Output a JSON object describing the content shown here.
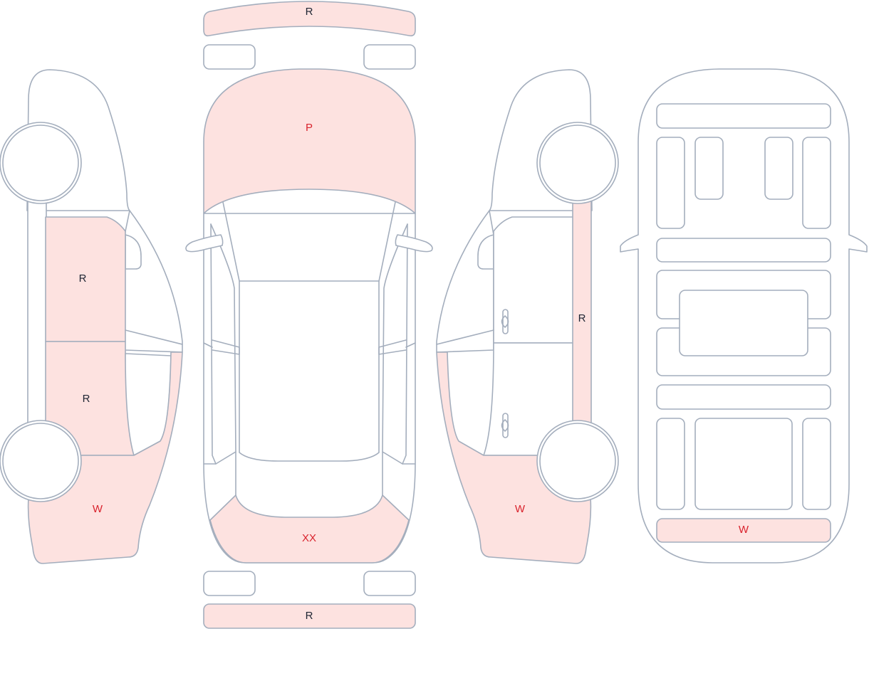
{
  "colors": {
    "outline": "#a4aebd",
    "damaged_fill": "#fde2e0",
    "label_dark": "#1f2533",
    "label_red": "#d9232d"
  },
  "legend_codes": [
    "R",
    "P",
    "W",
    "XX"
  ],
  "top_view": {
    "front_bumper": {
      "code": "R",
      "damaged": true,
      "color": "#1f2533"
    },
    "hood": {
      "code": "P",
      "damaged": true,
      "color": "#d9232d"
    },
    "trunk": {
      "code": "XX",
      "damaged": true,
      "color": "#d9232d"
    },
    "rear_bumper": {
      "code": "R",
      "damaged": true,
      "color": "#1f2533"
    }
  },
  "left_side": {
    "front_door": {
      "code": "R",
      "damaged": true,
      "color": "#1f2533"
    },
    "rear_door": {
      "code": "R",
      "damaged": true,
      "color": "#1f2533"
    },
    "rear_quarter": {
      "code": "W",
      "damaged": true,
      "color": "#d9232d"
    }
  },
  "right_side": {
    "rocker_sill": {
      "code": "R",
      "damaged": true,
      "color": "#1f2533"
    },
    "rear_quarter": {
      "code": "W",
      "damaged": true,
      "color": "#d9232d"
    }
  },
  "interior": {
    "rear_panel": {
      "code": "W",
      "damaged": true,
      "color": "#d9232d"
    }
  }
}
